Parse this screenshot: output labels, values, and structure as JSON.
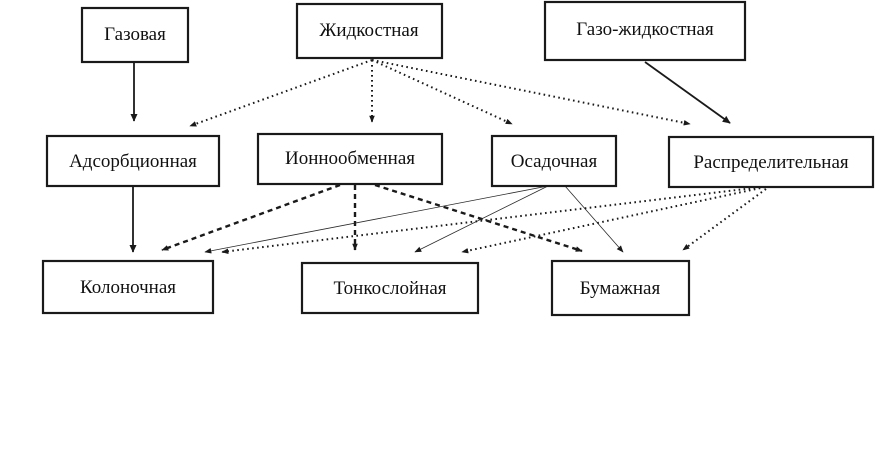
{
  "nodes": {
    "gas": "Газовая",
    "liquid": "Жидкостная",
    "gas_liquid": "Газо-жидкостная",
    "adsorption": "Адсорбционная",
    "ion_exchange": "Ионнообменная",
    "sedimentation": "Осадочная",
    "partition": "Распределительная",
    "column": "Колоночная",
    "thin_layer": "Тонкослойная",
    "paper": "Бумажная"
  },
  "colors": {
    "stroke": "#1a1a1a",
    "background": "#ffffff"
  }
}
